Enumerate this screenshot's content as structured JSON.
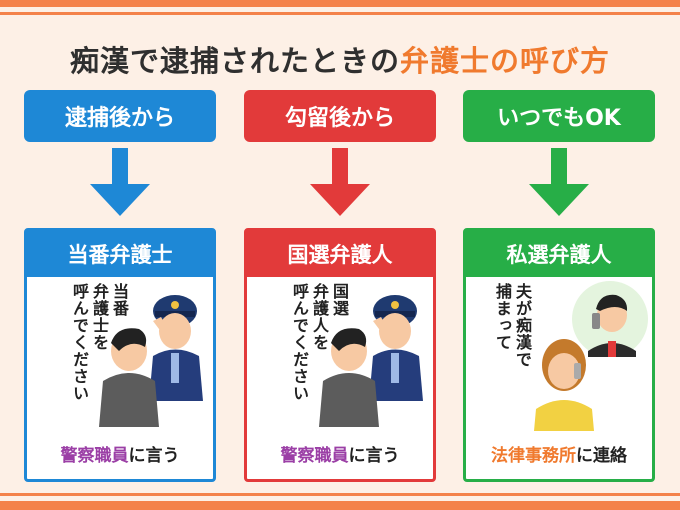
{
  "title": {
    "part1": "痴漢で逮捕されたときの",
    "highlight": "弁護士の呼び方"
  },
  "columns": [
    {
      "top_label": "逮捕後から",
      "card_title": "当番弁護士",
      "vertical_lines": [
        "当番",
        "弁護士を",
        "呼んでください"
      ],
      "bottom_highlight": "警察職員",
      "bottom_rest": "に言う",
      "color": "#1e88d6"
    },
    {
      "top_label": "勾留後から",
      "card_title": "国選弁護人",
      "vertical_lines": [
        "国選",
        "弁護人を",
        "呼んでください"
      ],
      "bottom_highlight": "警察職員",
      "bottom_rest": "に言う",
      "color": "#e23a3a"
    },
    {
      "top_label": "いつでもOK",
      "card_title": "私選弁護人",
      "vertical_lines": [
        "夫が痴漢で",
        "捕まって"
      ],
      "bottom_highlight": "法律事務所",
      "bottom_rest": "に連絡",
      "color": "#27ae47"
    }
  ],
  "colors": {
    "stripe": "#f4824a",
    "background": "#fdf0e6",
    "highlight_purple": "#9b3fa6",
    "highlight_orange": "#f07a2e"
  }
}
